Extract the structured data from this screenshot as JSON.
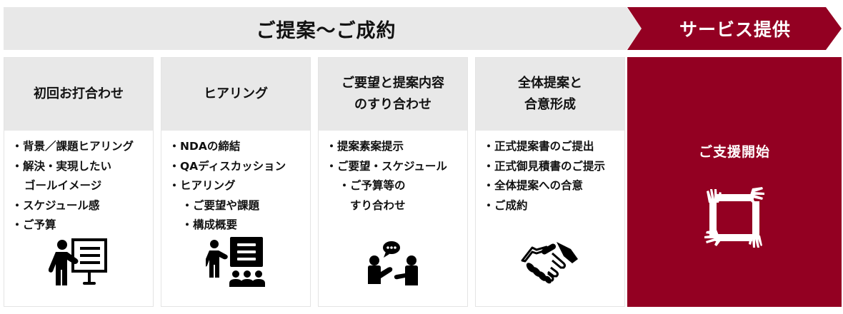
{
  "header": {
    "phase1_label": "ご提案〜ご成約",
    "phase2_label": "サービス提供"
  },
  "colors": {
    "accent_red": "#930022",
    "header_gray": "#e8e8e8",
    "text": "#111111"
  },
  "steps": [
    {
      "title": "初回お打合わせ",
      "items": [
        {
          "text": "背景／課題ヒアリング",
          "level": 0
        },
        {
          "text": "解決・実現したい",
          "level": 0
        },
        {
          "text": "ゴールイメージ",
          "level": "cont"
        },
        {
          "text": "スケジュール感",
          "level": 0
        },
        {
          "text": "ご予算",
          "level": 0
        }
      ],
      "icon": "presenter-board-icon"
    },
    {
      "title": "ヒアリング",
      "items": [
        {
          "text": "NDAの締結",
          "level": 0
        },
        {
          "text": "QAディスカッション",
          "level": 0
        },
        {
          "text": "ヒアリング",
          "level": 0
        },
        {
          "text": "ご要望や課題",
          "level": 1
        },
        {
          "text": "構成概要",
          "level": 1
        }
      ],
      "icon": "presentation-audience-icon"
    },
    {
      "title": "ご要望と提案内容\nのすり合わせ",
      "items": [
        {
          "text": "提案素案提示",
          "level": 0
        },
        {
          "text": "ご要望・スケジュール",
          "level": 0
        },
        {
          "text": "ご予算等の",
          "level": 1
        },
        {
          "text": "すり合わせ",
          "level": "cont2"
        }
      ],
      "icon": "conversation-icon"
    },
    {
      "title": "全体提案と\n合意形成",
      "items": [
        {
          "text": "正式提案書のご提出",
          "level": 0
        },
        {
          "text": "正式御見積書のご提示",
          "level": 0
        },
        {
          "text": "全体提案への合意",
          "level": 0
        },
        {
          "text": "ご成約",
          "level": 0
        }
      ],
      "icon": "handshake-icon"
    }
  ],
  "service": {
    "title": "ご支援開始",
    "icon": "hands-circle-icon"
  },
  "bullet": "・"
}
